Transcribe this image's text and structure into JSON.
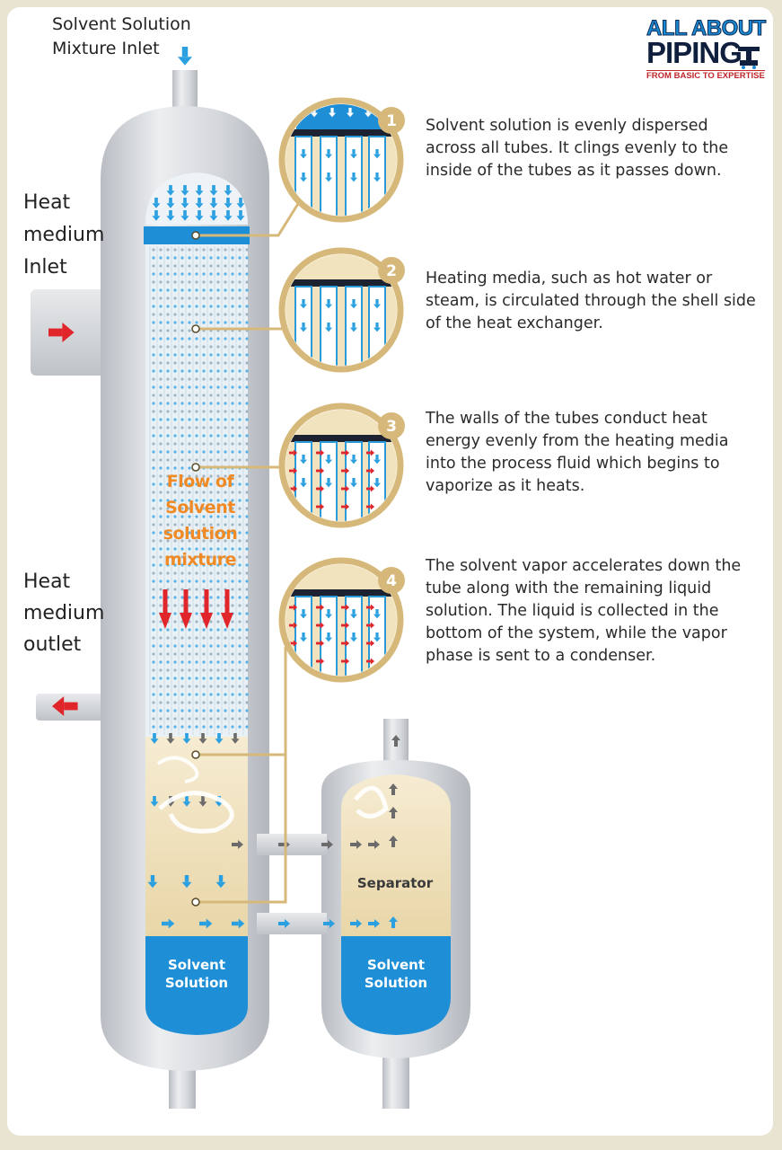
{
  "labels": {
    "inlet": "Solvent Solution Mixture Inlet",
    "heat_in": "Heat medium Inlet",
    "heat_out": "Heat medium outlet",
    "flow": "Flow of Solvent solution mixture",
    "separator": "Separator",
    "tank_left": "Solvent Solution",
    "tank_right": "Solvent Solution"
  },
  "logo": {
    "line1": "ALL ABOUT",
    "line2": "PIPING",
    "tagline": "FROM BASIC TO EXPERTISE"
  },
  "steps": [
    {
      "number": "1",
      "text": "Solvent solution is evenly dispersed across all tubes. It clings evenly to the inside of the tubes as it passes down."
    },
    {
      "number": "2",
      "text": "Heating media, such as hot water or steam, is circulated through the shell side of the heat exchanger."
    },
    {
      "number": "3",
      "text": "The walls of the tubes conduct heat energy evenly from the heating media into the process fluid which begins to vaporize as it heats."
    },
    {
      "number": "4",
      "text": "The solvent vapor accelerates down the tube along with the remaining liquid solution.  The liquid is collected in the bottom of the system, while the vapor phase is sent to a condenser."
    }
  ],
  "colors": {
    "shell": "#cfd3d8",
    "liquid": "#1e8fd6",
    "arrow_blue": "#2aa0e0",
    "arrow_red": "#e0252b",
    "callout": "#d6b97a",
    "flow_text": "#f08a24"
  }
}
